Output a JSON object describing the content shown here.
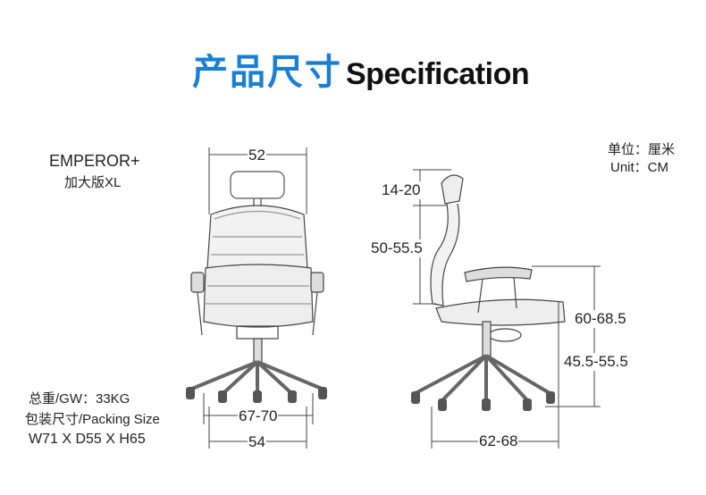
{
  "title": {
    "chinese": "产品尺寸",
    "english": "Specification"
  },
  "model": {
    "name": "EMPEROR+",
    "variant": "加大版XL"
  },
  "unit": {
    "chinese": "单位：厘米",
    "english": "Unit：CM"
  },
  "package": {
    "weight": "总重/GW：33KG",
    "size_label": "包装尺寸/Packing Size",
    "size_value": "W71 X D55 X H65"
  },
  "front_view": {
    "width_top": "52",
    "armrest_width": "67-70",
    "base_width": "54"
  },
  "side_view": {
    "headrest_adjust": "14-20",
    "backrest_height": "50-55.5",
    "armrest_height": "60-68.5",
    "seat_height": "45.5-55.5",
    "depth": "62-68"
  },
  "colors": {
    "title_blue": "#1a7fd4"
  }
}
